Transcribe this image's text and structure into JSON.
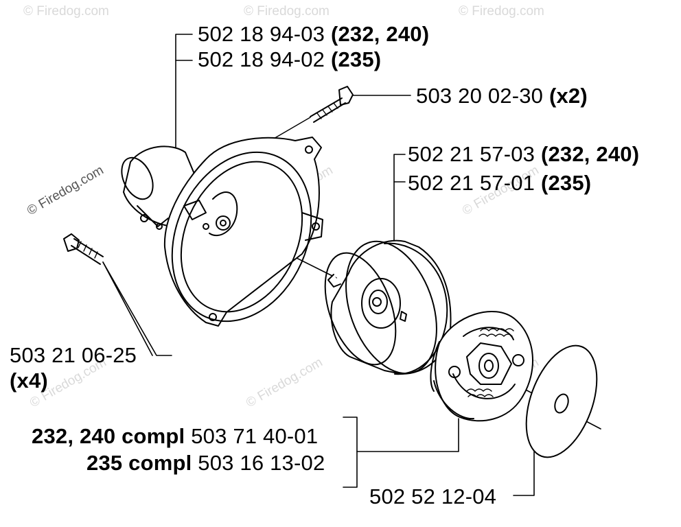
{
  "watermark": "© Firedog.com",
  "labels": {
    "housing_a_part": "502 18 94-03",
    "housing_a_models": "(232, 240)",
    "housing_b_part": "502 18 94-02",
    "housing_b_models": "(235)",
    "screw_small_part": "503 20 02-30",
    "screw_small_qty": "(x2)",
    "drum_a_part": "502 21 57-03",
    "drum_a_models": "(232, 240)",
    "drum_b_part": "502 21 57-01",
    "drum_b_models": "(235)",
    "screw_long_part": "503 21 06-25",
    "screw_long_qty": "(x4)",
    "clutch_a_models": "232, 240 compl",
    "clutch_a_part": "503 71 40-01",
    "clutch_b_models": "235 compl",
    "clutch_b_part": "503 16 13-02",
    "washer_part": "502 52 12-04"
  }
}
